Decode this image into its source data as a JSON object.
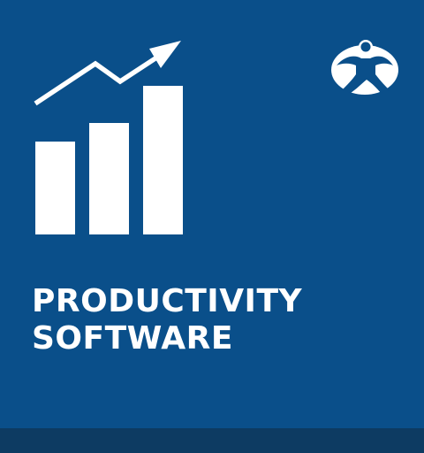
{
  "title": {
    "line1": "PRODUCTIVITY",
    "line2": "SOFTWARE"
  },
  "graphic": {
    "icon": "growth-chart-icon",
    "bar_levels": [
      0.5,
      0.6,
      0.8
    ]
  },
  "logo": {
    "icon": "figure-badge-logo"
  },
  "colors": {
    "background": "#0a4f8a",
    "bottom_bar": "#0d3b62",
    "foreground": "#ffffff"
  }
}
